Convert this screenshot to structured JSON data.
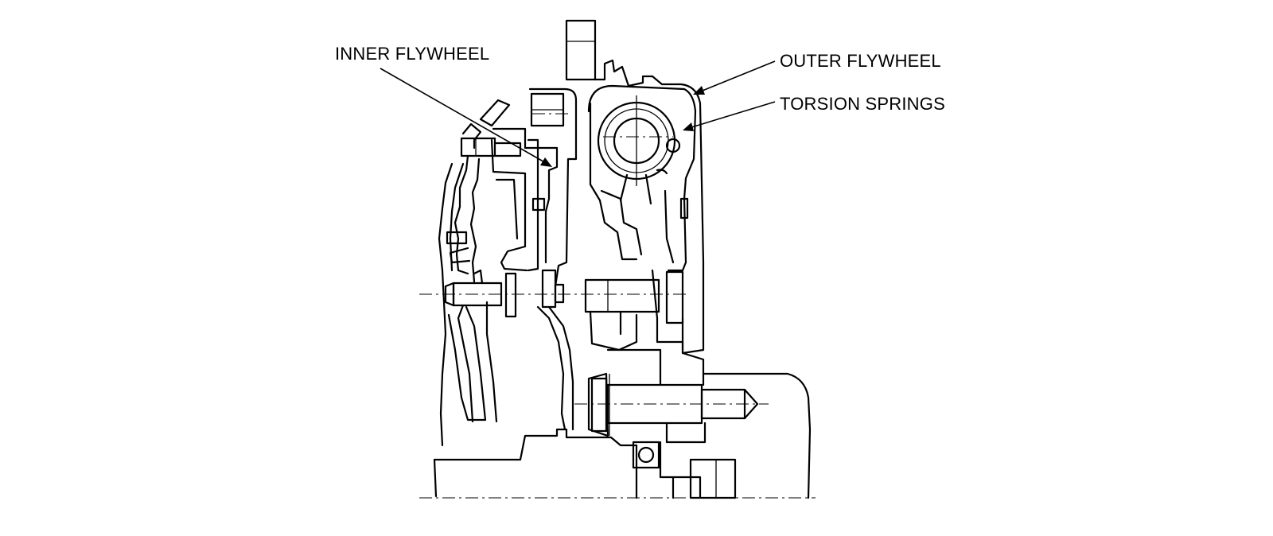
{
  "labels": {
    "inner_flywheel": "INNER FLYWHEEL",
    "outer_flywheel": "OUTER FLYWHEEL",
    "torsion_springs": "TORSION SPRINGS"
  },
  "colors": {
    "line": "#000000",
    "background": "#ffffff"
  }
}
